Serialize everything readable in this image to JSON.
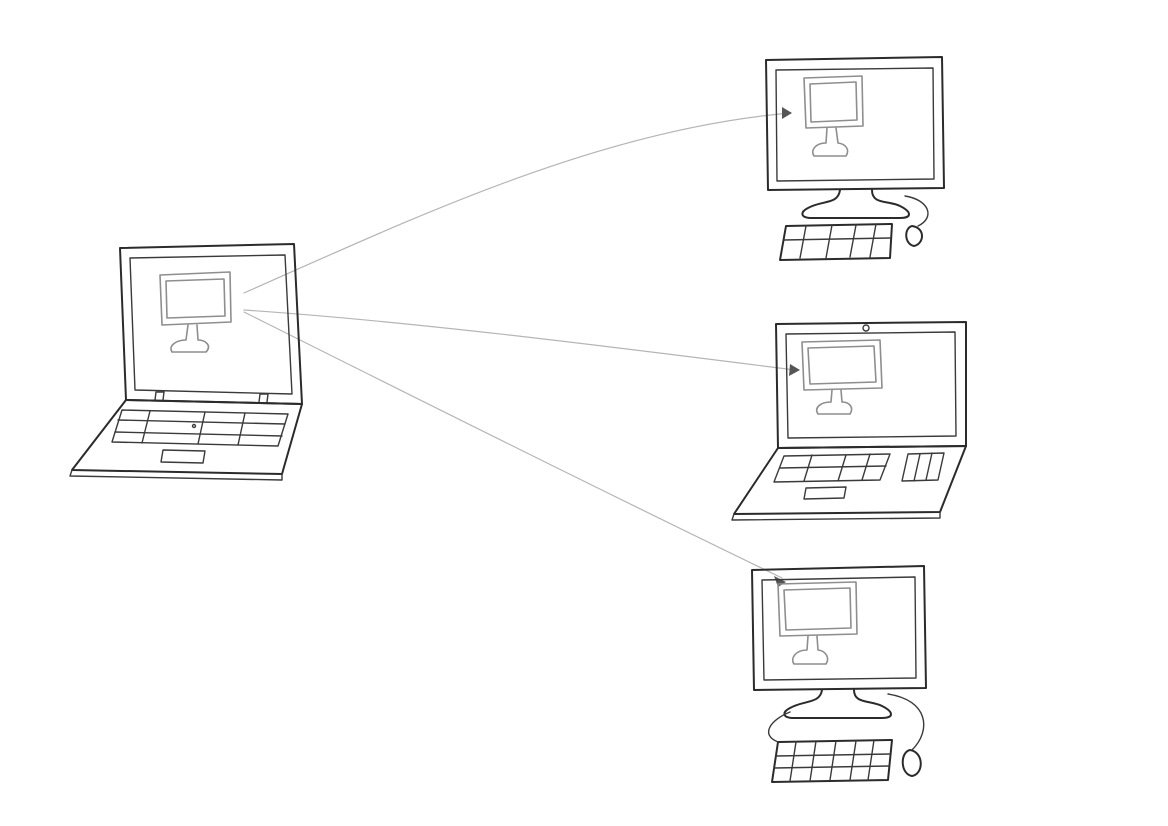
{
  "diagram": {
    "nodes": [
      {
        "id": "source-laptop",
        "kind": "laptop",
        "role": "source"
      },
      {
        "id": "target-desktop-top",
        "kind": "desktop",
        "role": "target"
      },
      {
        "id": "target-laptop-middle",
        "kind": "laptop",
        "role": "target"
      },
      {
        "id": "target-desktop-bottom",
        "kind": "desktop",
        "role": "target"
      }
    ],
    "edges": [
      {
        "from": "source-laptop",
        "to": "target-desktop-top",
        "arrow": "end"
      },
      {
        "from": "source-laptop",
        "to": "target-laptop-middle",
        "arrow": "end"
      },
      {
        "from": "source-laptop",
        "to": "target-desktop-bottom",
        "arrow": "end"
      }
    ],
    "colors": {
      "background": "#ffffff",
      "ink": "#2b2b2b",
      "pencil": "#8e8e8e",
      "connector": "#b5b5b5"
    }
  }
}
